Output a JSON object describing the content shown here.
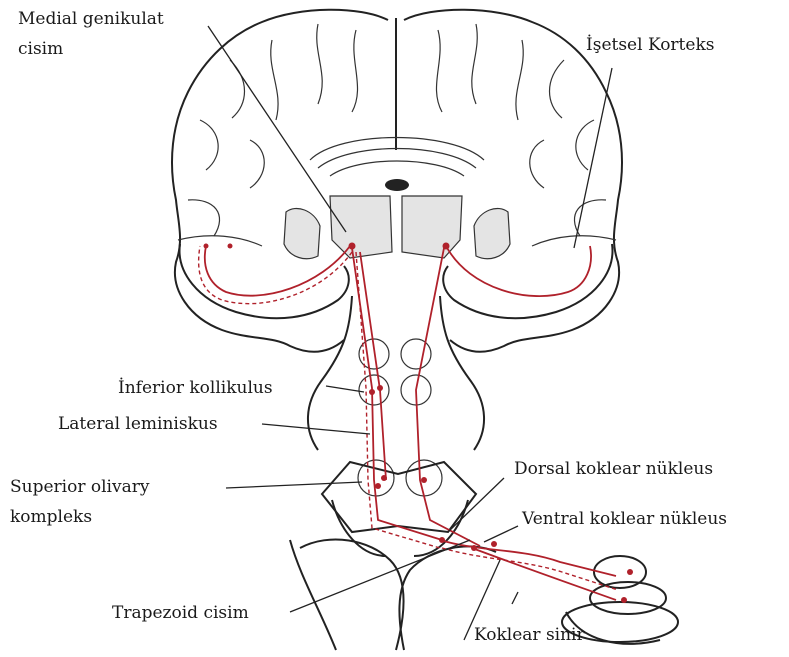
{
  "labels": {
    "medial_genikulat_1": "Medial genikulat",
    "medial_genikulat_2": "cisim",
    "isitsel_korteks": "İşetsel Korteks",
    "inferior_kollikulus": "İnferior kollikulus",
    "lateral_leminiskus": "Lateral leminiskus",
    "superior_olivary_1": "Superior olivary",
    "superior_olivary_2": "kompleks",
    "dorsal_koklear": "Dorsal koklear nükleus",
    "ventral_koklear": "Ventral koklear nükleus",
    "trapezoid": "Trapezoid cisim",
    "koklear_sinir": "Koklear sinir"
  },
  "colors": {
    "pathway": "#b0212b",
    "outline": "#222222",
    "shading": "#e4e4e4"
  }
}
